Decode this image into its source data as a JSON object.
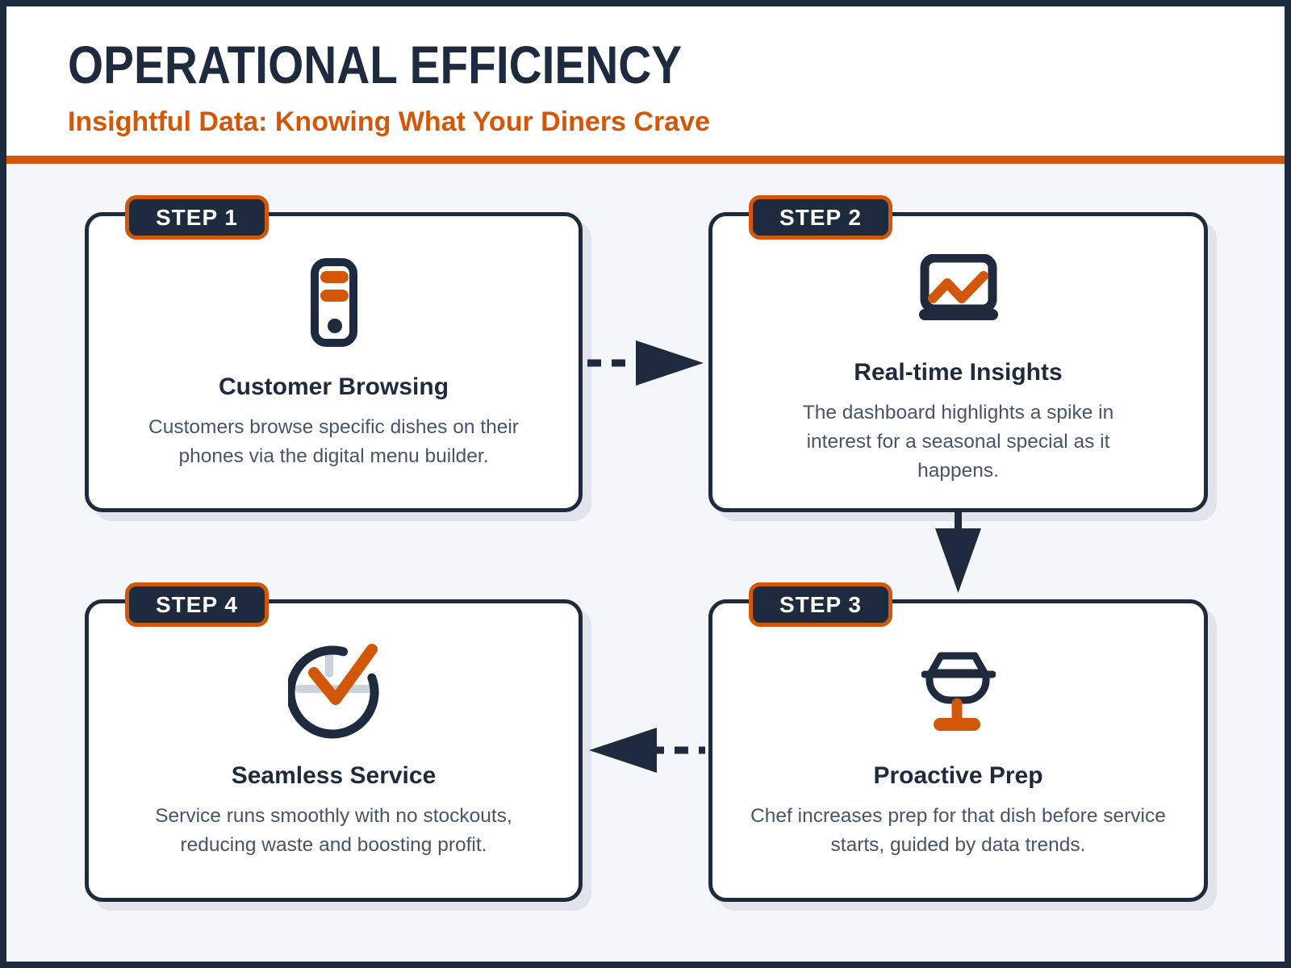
{
  "header": {
    "title": "OPERATIONAL EFFICIENCY",
    "subtitle": "Insightful Data: Knowing What Your Diners Crave"
  },
  "colors": {
    "navy": "#1e2a3e",
    "orange": "#d25708",
    "muted_text": "#47556b",
    "content_background": "#f4f6f9",
    "card_background": "#ffffff",
    "card_shadow": "#e1e4ea",
    "clock_hand_gray": "#ccd2da"
  },
  "steps": [
    {
      "badge": "STEP 1",
      "title": "Customer Browsing",
      "description": "Customers browse specific dishes on their phones via the digital menu builder.",
      "icon": "smartphone-icon"
    },
    {
      "badge": "STEP 2",
      "title": "Real-time Insights",
      "description": "The dashboard highlights a spike in interest for a seasonal special as it happens.",
      "icon": "dashboard-trend-icon"
    },
    {
      "badge": "STEP 3",
      "title": "Proactive Prep",
      "description": "Chef increases prep for that dish before service starts, guided by data trends.",
      "icon": "prep-bowl-icon"
    },
    {
      "badge": "STEP 4",
      "title": "Seamless Service",
      "description": "Service runs smoothly with no stockouts, reducing waste and boosting profit.",
      "icon": "clock-check-icon"
    }
  ],
  "flow": {
    "arrows": [
      {
        "from": "STEP 1",
        "to": "STEP 2",
        "direction": "right",
        "style": "dashed"
      },
      {
        "from": "STEP 2",
        "to": "STEP 3",
        "direction": "down",
        "style": "solid"
      },
      {
        "from": "STEP 3",
        "to": "STEP 4",
        "direction": "left",
        "style": "dashed"
      }
    ]
  }
}
